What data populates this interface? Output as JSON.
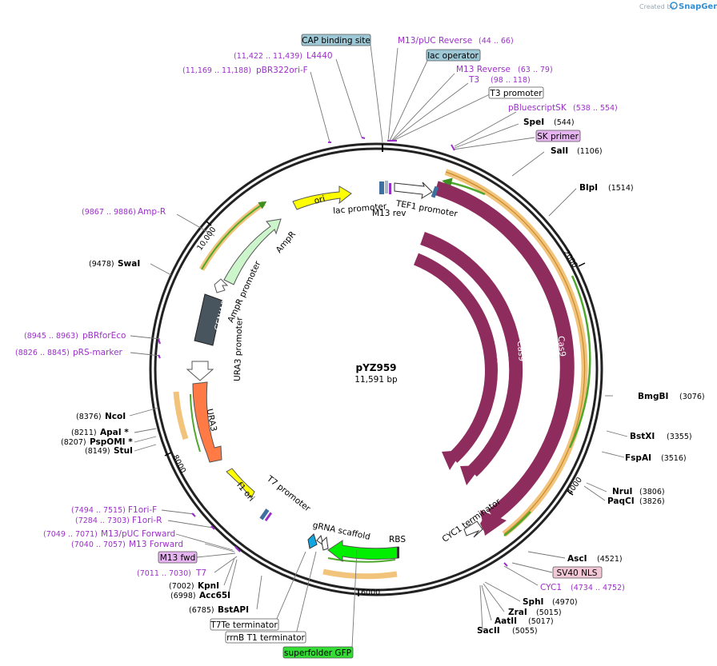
{
  "credit": {
    "prefix": "Created by",
    "brand": "SnapGene"
  },
  "plasmid": {
    "name": "pYZ959",
    "length": "11,591 bp"
  },
  "ticks": [
    "2000",
    "4000",
    "6000",
    "8000",
    "10,000"
  ],
  "sites": [
    {
      "name": "SpeI",
      "pos": "(544)"
    },
    {
      "name": "SalI",
      "pos": "(1106)"
    },
    {
      "name": "BlpI",
      "pos": "(1514)"
    },
    {
      "name": "BmgBI",
      "pos": "(3076)"
    },
    {
      "name": "BstXI",
      "pos": "(3355)"
    },
    {
      "name": "FspAI",
      "pos": "(3516)"
    },
    {
      "name": "NruI",
      "pos": "(3806)"
    },
    {
      "name": "PaqCI",
      "pos": "(3826)"
    },
    {
      "name": "AscI",
      "pos": "(4521)"
    },
    {
      "name": "SphI",
      "pos": "(4970)"
    },
    {
      "name": "ZraI",
      "pos": "(5015)"
    },
    {
      "name": "AatII",
      "pos": "(5017)"
    },
    {
      "name": "SacII",
      "pos": "(5055)"
    },
    {
      "name": "BstAPI",
      "pos": "(6785)"
    },
    {
      "name": "Acc65I",
      "pos": "(6998)"
    },
    {
      "name": "KpnI",
      "pos": "(7002)"
    },
    {
      "name": "StuI",
      "pos": "(8149)"
    },
    {
      "name": "PspOMI *",
      "pos": "(8207)"
    },
    {
      "name": "ApaI *",
      "pos": "(8211)"
    },
    {
      "name": "NcoI",
      "pos": "(8376)"
    },
    {
      "name": "SwaI",
      "pos": "(9478)"
    }
  ],
  "primers": [
    {
      "name": "M13/pUC Reverse",
      "range": "(44 .. 66)"
    },
    {
      "name": "M13 Reverse",
      "range": "(63 .. 79)"
    },
    {
      "name": "T3",
      "range": "(98 .. 118)"
    },
    {
      "name": "pBluescriptSK",
      "range": "(538 .. 554)"
    },
    {
      "name": "L4440",
      "range": "(11,422 .. 11,439)"
    },
    {
      "name": "pBR322ori-F",
      "range": "(11,169 .. 11,188)"
    },
    {
      "name": "Amp-R",
      "range": "(9867 .. 9886)"
    },
    {
      "name": "pBRforEco",
      "range": "(8945 .. 8963)"
    },
    {
      "name": "pRS-marker",
      "range": "(8826 .. 8845)"
    },
    {
      "name": "F1ori-F",
      "range": "(7494 .. 7515)"
    },
    {
      "name": "F1ori-R",
      "range": "(7284 .. 7303)"
    },
    {
      "name": "M13/pUC Forward",
      "range": "(7049 .. 7071)"
    },
    {
      "name": "M13 Forward",
      "range": "(7040 .. 7057)"
    },
    {
      "name": "T7",
      "range": "(7011 .. 7030)"
    },
    {
      "name": "CYC1",
      "range": "(4734 .. 4752)"
    }
  ],
  "boxes": {
    "cap": "CAP binding site",
    "lacop": "lac operator",
    "t3prom": "T3 promoter",
    "skprimer": "SK primer",
    "sv40": "SV40 NLS",
    "m13fwd": "M13 fwd",
    "t7te": "T7Te terminator",
    "rrnb": "rrnB T1 terminator",
    "sfgfp": "superfolder GFP"
  },
  "features": {
    "ori": "ori",
    "ampr": "AmpR",
    "amprprom": "AmpR promoter",
    "cenars": "CEN/ARS",
    "ura3prom": "URA3 promoter",
    "ura3": "URA3",
    "f1ori": "f1 ori",
    "t7prom": "T7 promoter",
    "grna": "gRNA scaffold",
    "rbs": "RBS",
    "cyc1term": "CYC1 terminator",
    "cas9": "Cas9",
    "lacprom": "lac promoter",
    "m13rev": "M13 rev",
    "tef1": "TEF1 promoter"
  },
  "colors": {
    "cas9": "#8e2c5e",
    "ori": "#ffff00",
    "ampr": "#ccf5cc",
    "ura3": "#ff7a45",
    "gfp": "#00ee00",
    "cenars": "#48555f",
    "primer_label": "#9b30c8",
    "cap_box": "#9fc8d6",
    "orange_band": "#f2c37a",
    "green_arrow": "#4fa82e",
    "credit_brand": "#2f8fd6"
  }
}
